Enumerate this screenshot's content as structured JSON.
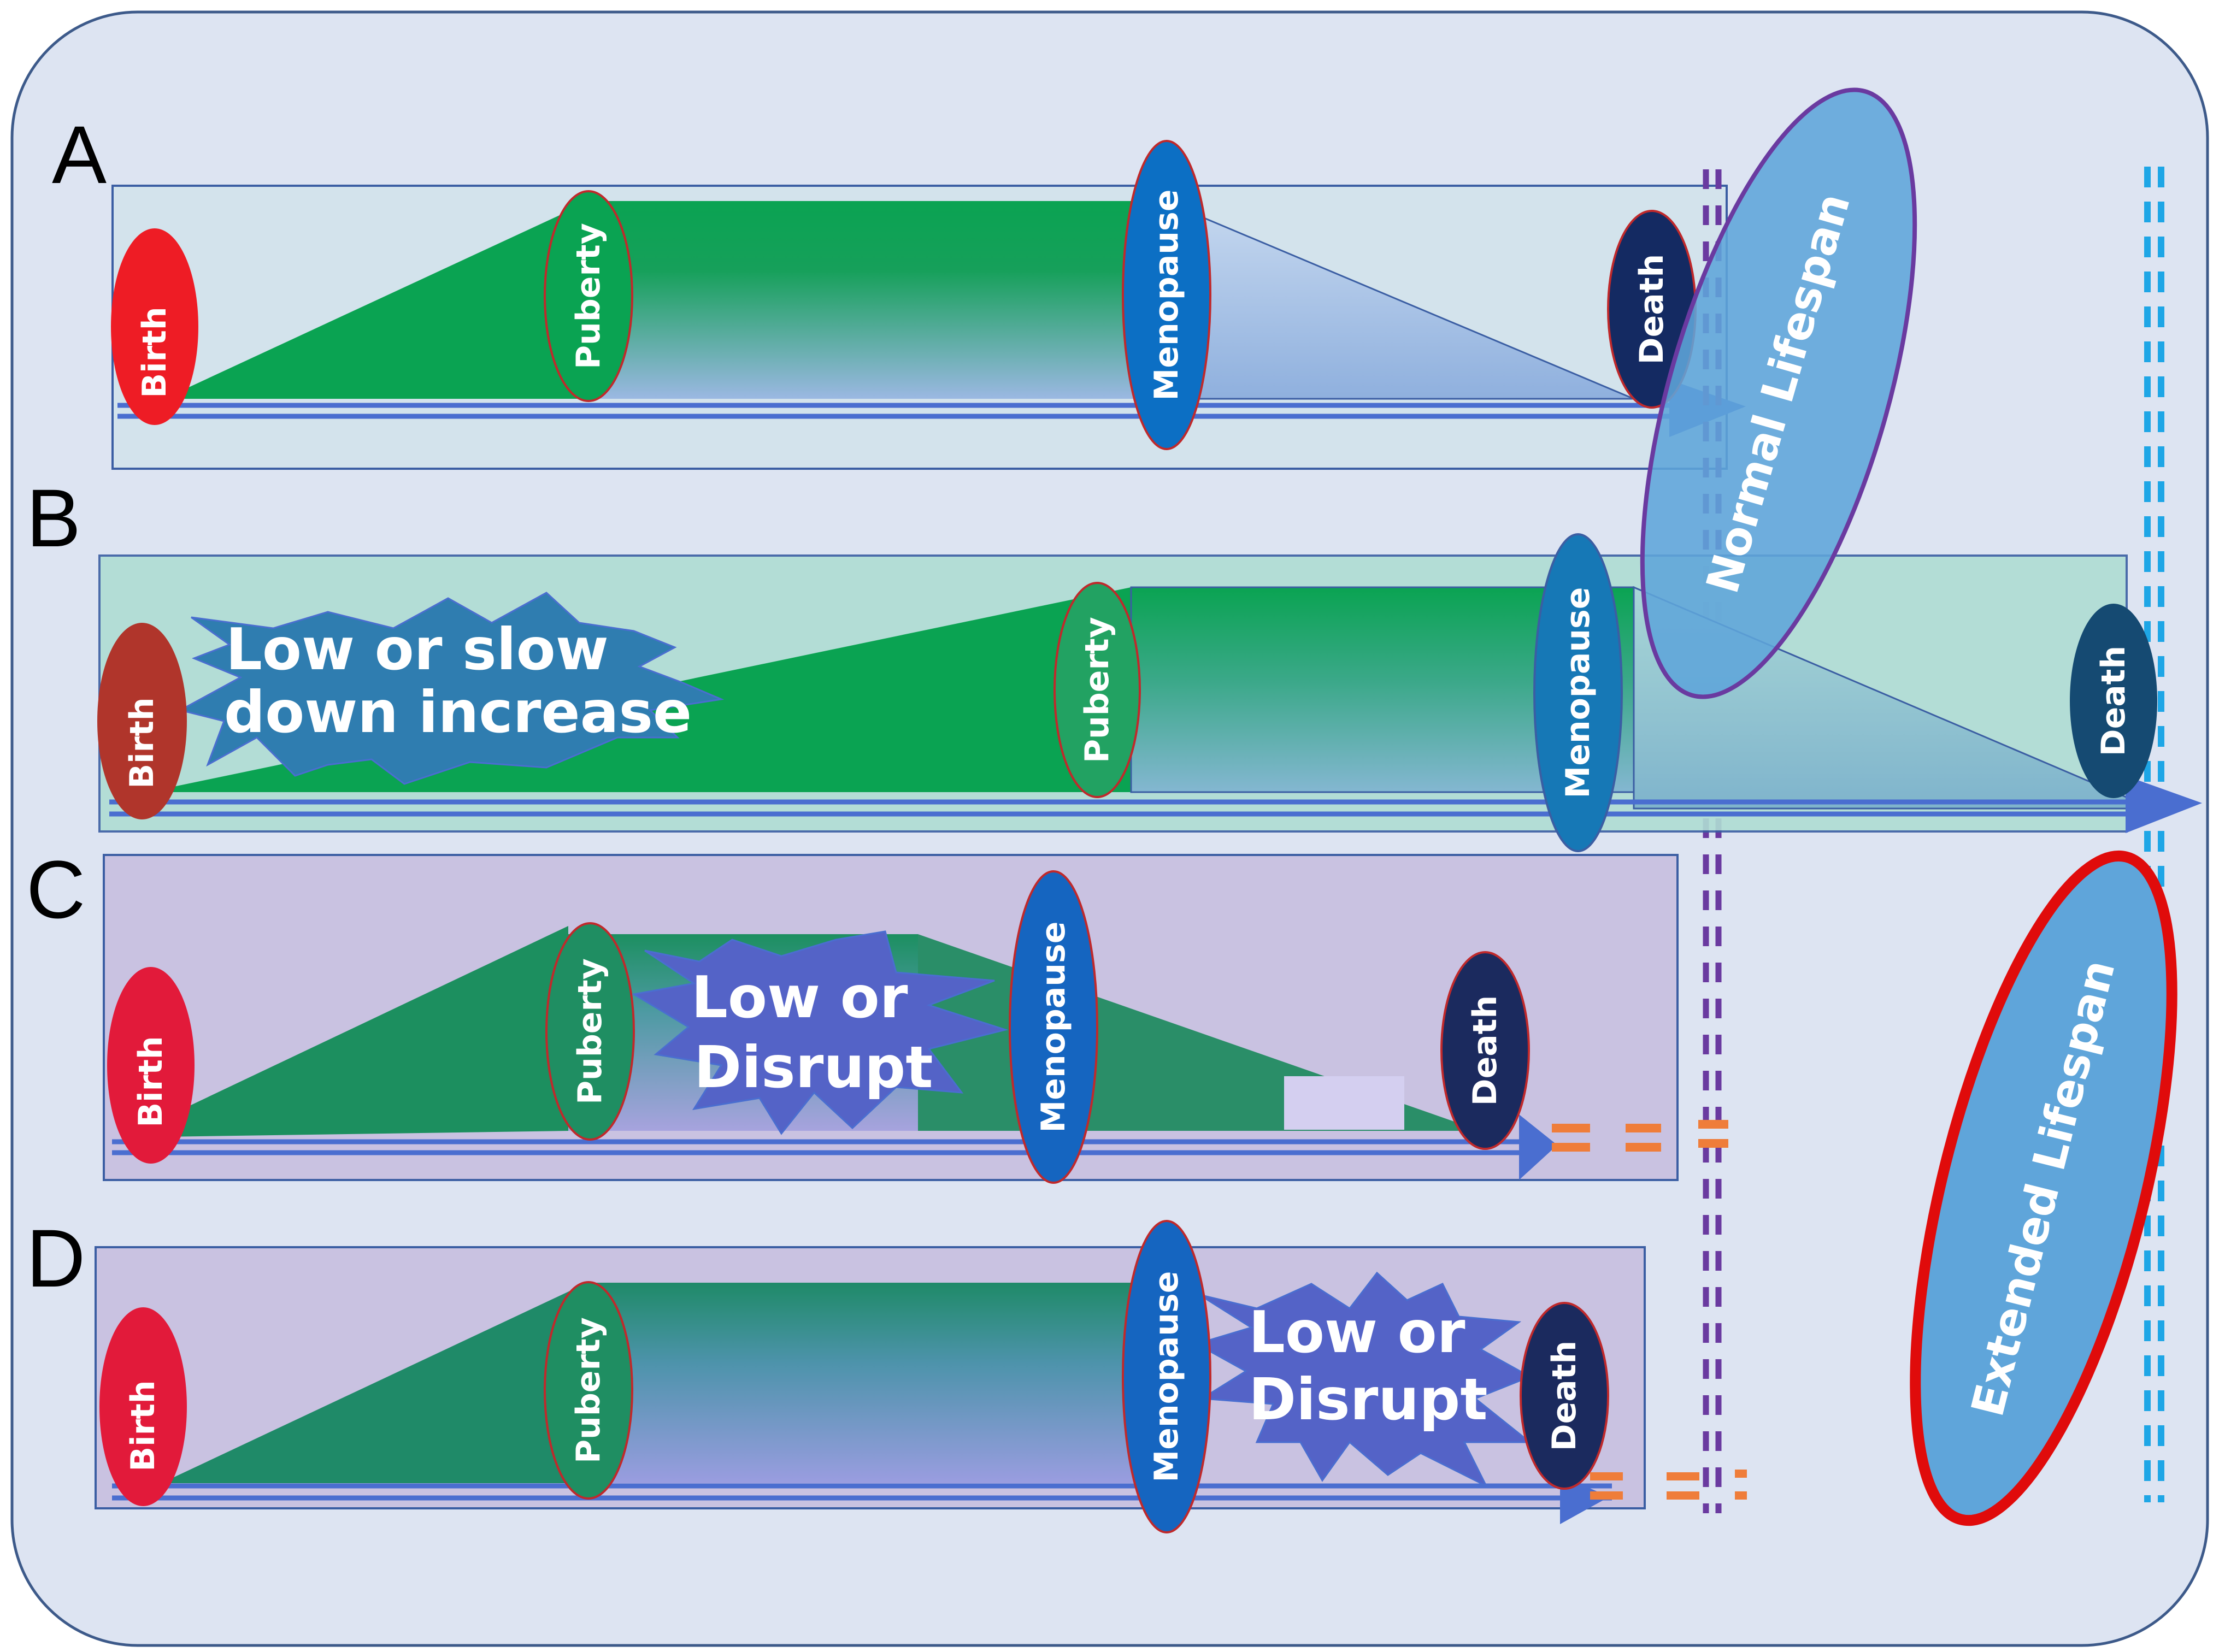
{
  "panels": {
    "a": {
      "letter": "A",
      "birth": "Birth",
      "puberty": "Puberty",
      "menopause": "Menopause",
      "death": "Death"
    },
    "b": {
      "letter": "B",
      "birth": "Birth",
      "puberty": "Puberty",
      "menopause": "Menopause",
      "death": "Death",
      "note_line1": "Low or slow",
      "note_line2": "down increase"
    },
    "c": {
      "letter": "C",
      "birth": "Birth",
      "puberty": "Puberty",
      "menopause": "Menopause",
      "death": "Death",
      "note_line1": "Low or",
      "note_line2": "Disrupt"
    },
    "d": {
      "letter": "D",
      "birth": "Birth",
      "puberty": "Puberty",
      "menopause": "Menopause",
      "death": "Death",
      "note_line1": "Low or",
      "note_line2": "Disrupt"
    }
  },
  "lifespans": {
    "normal": "Normal Lifespan",
    "extended": "Extended Lifespan"
  },
  "colors": {
    "background": "#dde4f2",
    "panel_blue": "#d3e3ec",
    "panel_teal": "#afddd3",
    "panel_purple": "#c9c2e1",
    "green": "#0aa352",
    "birth_red": "#ee1c25",
    "oval_blue": "#1565c0",
    "death_navy": "#1b2a5e",
    "lifespan_blue": "#5fa5da",
    "extended_outline": "#e00b0b",
    "normal_outline": "#6a3aa0",
    "dash_purple": "#6a3aa0",
    "dash_cyan": "#1ea6e6",
    "dash_orange": "#ef7d3a"
  }
}
